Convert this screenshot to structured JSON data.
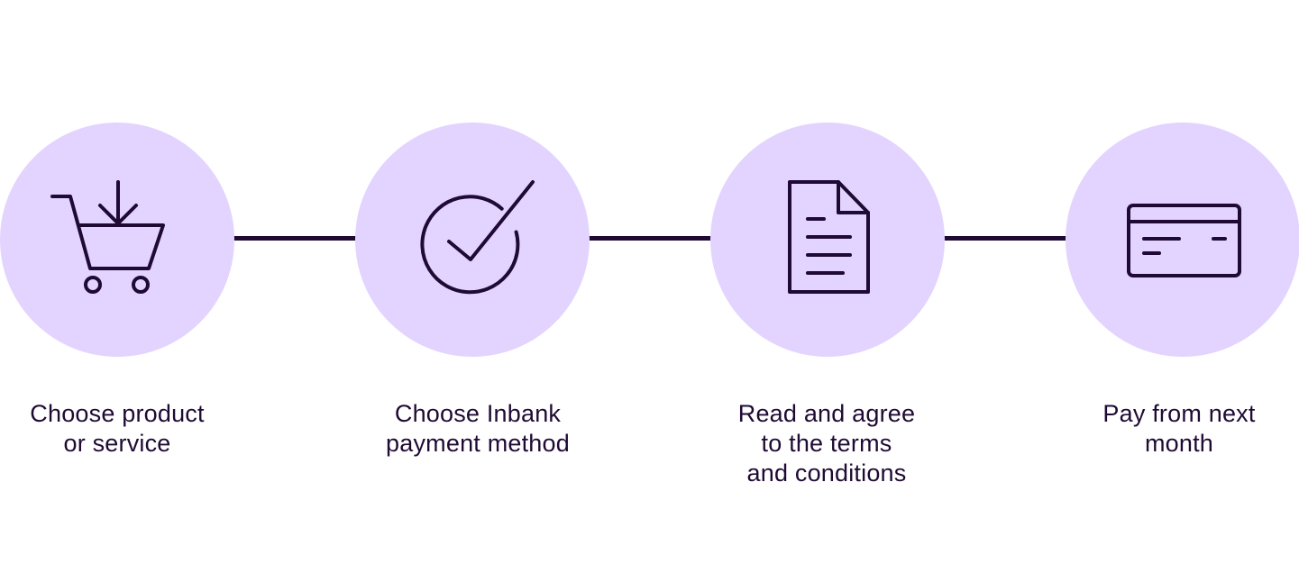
{
  "colors": {
    "circle_fill": "#e3d4ff",
    "line": "#1f0a33",
    "text": "#1f0a33",
    "background": "#ffffff"
  },
  "steps": [
    {
      "icon": "shopping-cart-download-icon",
      "label_lines": [
        "Choose product",
        "or service"
      ]
    },
    {
      "icon": "check-circle-icon",
      "label_lines": [
        "Choose Inbank",
        "payment method"
      ]
    },
    {
      "icon": "document-icon",
      "label_lines": [
        "Read and agree",
        "to the terms",
        "and conditions"
      ]
    },
    {
      "icon": "credit-card-icon",
      "label_lines": [
        "Pay from next",
        "month"
      ]
    }
  ]
}
